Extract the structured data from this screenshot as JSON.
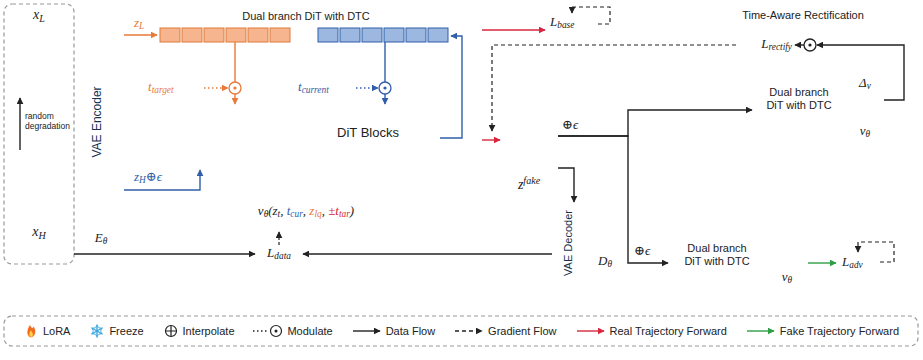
{
  "diagram": {
    "nodes": [
      {
        "text": [
          "xL"
        ]
      },
      {
        "text": [
          "xH"
        ]
      },
      {
        "text": [
          "VAE Encoder",
          "Eθ"
        ]
      },
      {
        "text": [
          "Dual branch DiT with DTC",
          "vθ(zt, tcur, zlq, ±ttar)"
        ]
      },
      {
        "text": [
          "DiT Blocks"
        ],
        "in": 3
      },
      {
        "text": [
          "LoRA"
        ],
        "in": 4
      },
      {
        "text": [
          "zfake"
        ]
      },
      {
        "text": [
          "Time-Aware Rectification"
        ]
      },
      {
        "text": [
          "Dual branch DiT with DTC",
          "Δv",
          "vθ"
        ],
        "in": 7
      },
      {
        "text": [
          "VAE Decoder",
          "Dθ"
        ]
      },
      {
        "text": [
          "Dual branch DiT with DTC",
          "vθ"
        ]
      }
    ],
    "edges": [
      {
        "from": 1,
        "to": 0,
        "arrow": "to",
        "label": "random degradation"
      },
      {
        "from": 2,
        "to": 4,
        "arrow": "to",
        "label": "zH⊕ϵ"
      },
      {
        "from": 3,
        "to": 6,
        "arrow": "to"
      },
      {
        "from": 6,
        "to": 8,
        "arrow": "to",
        "label": "⊕ϵ"
      },
      {
        "from": 6,
        "to": 9,
        "arrow": "to"
      },
      {
        "from": 6,
        "to": 10,
        "arrow": "to",
        "label": "⊕ϵ"
      }
    ],
    "labels": [
      "zL",
      "ttarget",
      "tcurrent",
      "Lbase",
      "Ldata",
      "Lrectify",
      "Ladv"
    ],
    "legend": [
      {
        "text": "LoRA"
      },
      {
        "text": "Freeze"
      },
      {
        "text": "Interpolate"
      },
      {
        "text": "Modulate"
      },
      {
        "text": "Data Flow"
      },
      {
        "text": "Gradient Flow"
      },
      {
        "text": "Real Trajectory Forward"
      },
      {
        "text": "Fake Trajectory Forward"
      }
    ]
  }
}
